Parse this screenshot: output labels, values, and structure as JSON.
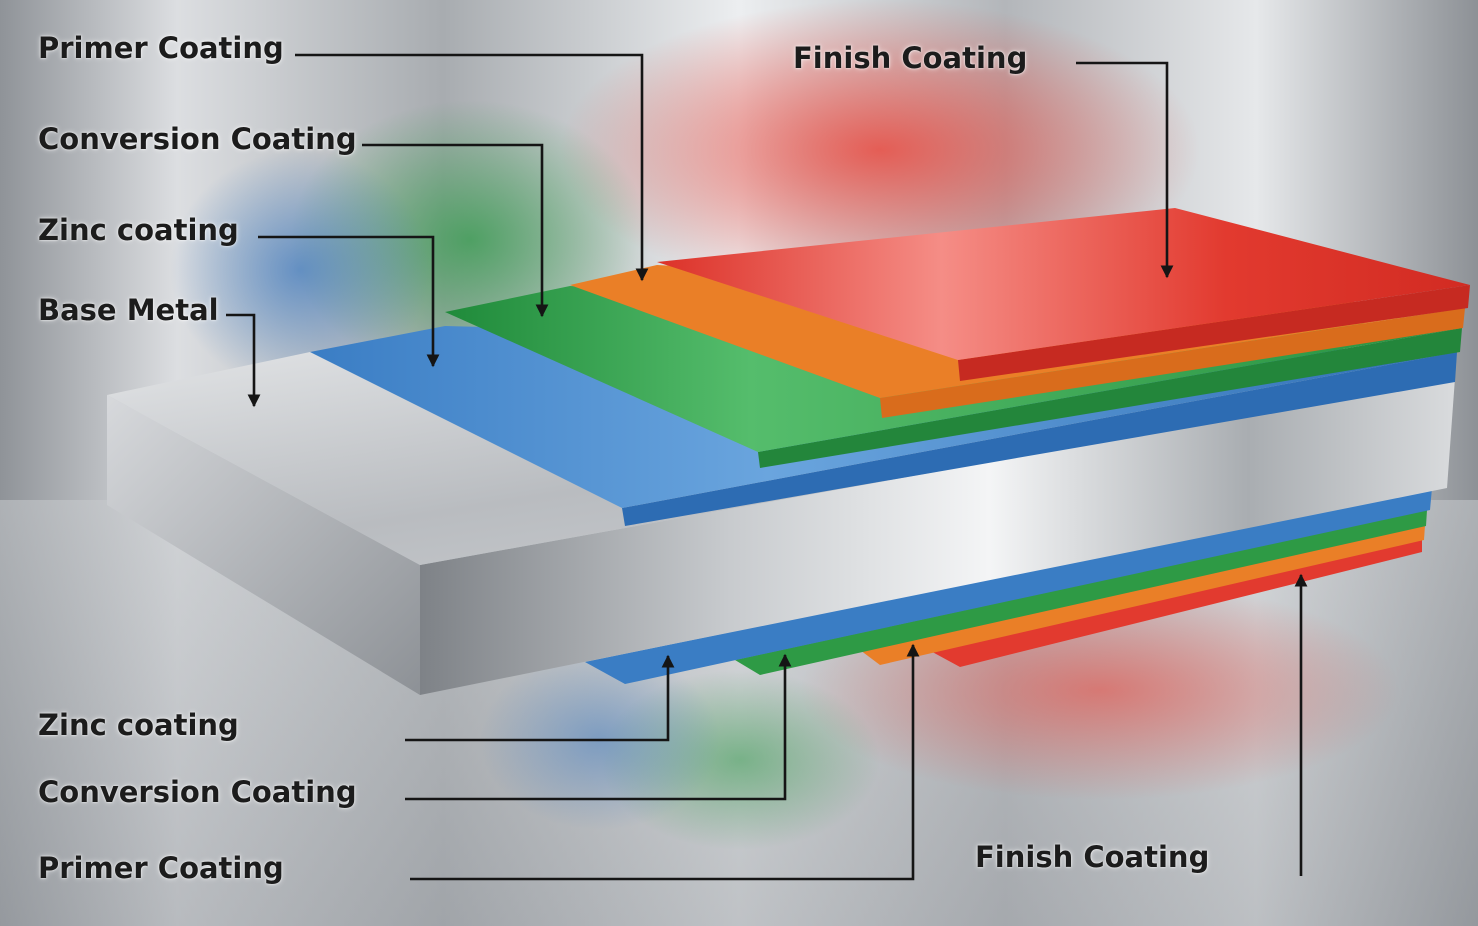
{
  "labels": {
    "top_primer": "Primer Coating",
    "top_conversion": "Conversion Coating",
    "top_zinc": "Zinc coating",
    "top_base": "Base Metal",
    "top_finish": "Finish Coating",
    "bottom_zinc": "Zinc coating",
    "bottom_conversion": "Conversion Coating",
    "bottom_primer": "Primer Coating",
    "bottom_finish": "Finish Coating"
  },
  "colors": {
    "base_metal": "#b4b7bb",
    "zinc": "#3a7dc4",
    "conversion": "#2e9a45",
    "primer": "#ea7f27",
    "finish": "#e23a2f",
    "text": "#1c1c1c",
    "leader": "#151515"
  }
}
